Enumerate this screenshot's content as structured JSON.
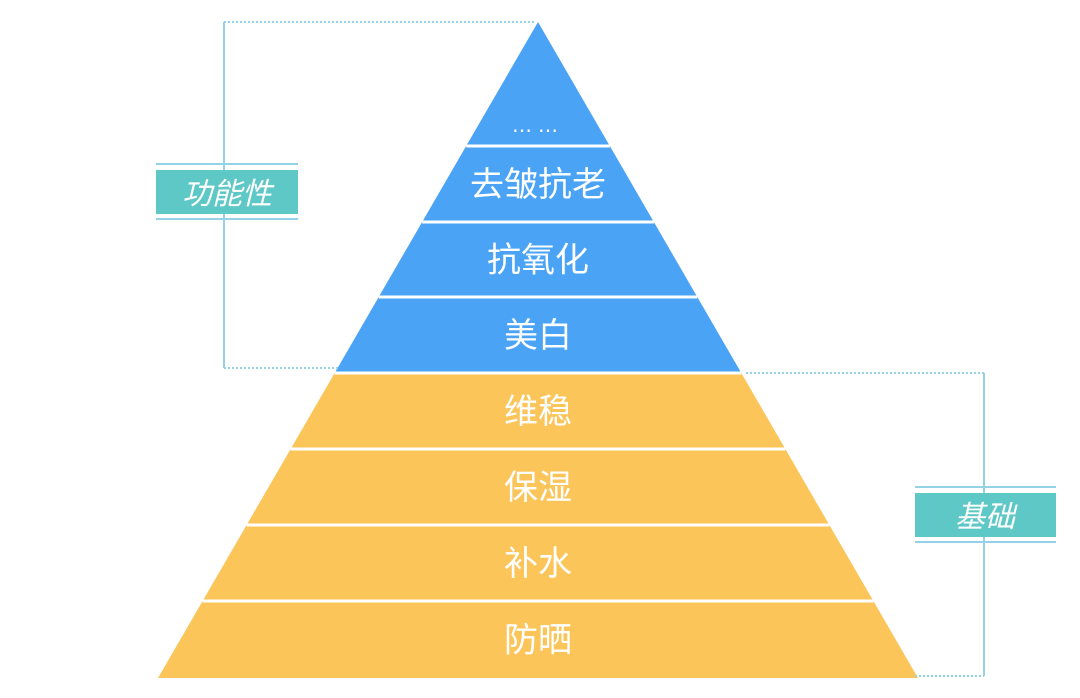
{
  "colors": {
    "top_tiers": "#4aa3f5",
    "base_tiers": "#fbc55a",
    "separator": "#ffffff",
    "bracket": "#93d3e5",
    "tag_fill": "#5ec8c6"
  },
  "pyramid": {
    "top_tiers": [
      {
        "label": "……"
      },
      {
        "label": "去皱抗老"
      },
      {
        "label": "抗氧化"
      },
      {
        "label": "美白"
      }
    ],
    "base_tiers": [
      {
        "label": "维稳"
      },
      {
        "label": "保湿"
      },
      {
        "label": "补水"
      },
      {
        "label": "防晒"
      }
    ]
  },
  "groups": {
    "functional": {
      "label": "功能性"
    },
    "basic": {
      "label": "基础"
    }
  }
}
